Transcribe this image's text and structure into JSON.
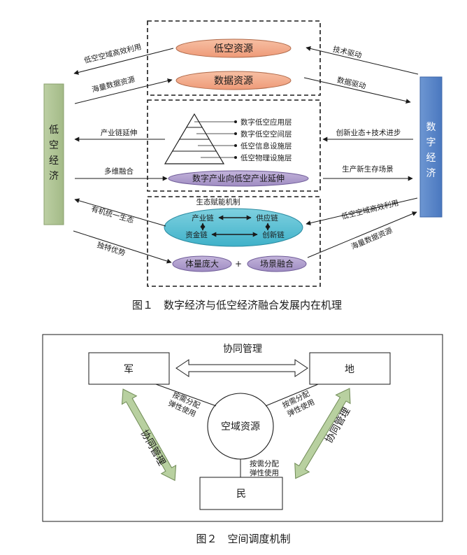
{
  "figure1": {
    "left_box": "低空经济",
    "right_box": "数字经济",
    "top_ellipse": "低空资源",
    "data_ellipse": "数据资源",
    "pyramid_layers": [
      "数字低空应用层",
      "数字低空空间层",
      "低空信息设施层",
      "低空物理设施层"
    ],
    "industry_ellipse": "数字产业向低空产业延伸",
    "eco_title": "生态赋能机制",
    "chains": [
      "产业链",
      "供应链",
      "资金链",
      "创新链"
    ],
    "size_ellipse": "体量庞大",
    "plus": "+",
    "scene_ellipse": "场景融合",
    "left_arrows": [
      "低空空域高效利用",
      "海量数据资源",
      "产业链延伸",
      "多维融合",
      "有机统一生态",
      "独特优势"
    ],
    "right_arrows": [
      "技术驱动",
      "数据驱动",
      "创新业态+技术进步",
      "生产新生存场景",
      "低空空域高效利用",
      "海量数据资源"
    ],
    "caption": "图１　数字经济与低空经济融合发展内在机理"
  },
  "figure2": {
    "top_label": "协同管理",
    "jun": "军",
    "di": "地",
    "min": "民",
    "center": "空域资源",
    "alloc_line1": "按需分配",
    "alloc_line2": "弹性使用",
    "side_left": "协同管理",
    "side_right": "协同管理",
    "caption": "图２　空间调度机制"
  }
}
